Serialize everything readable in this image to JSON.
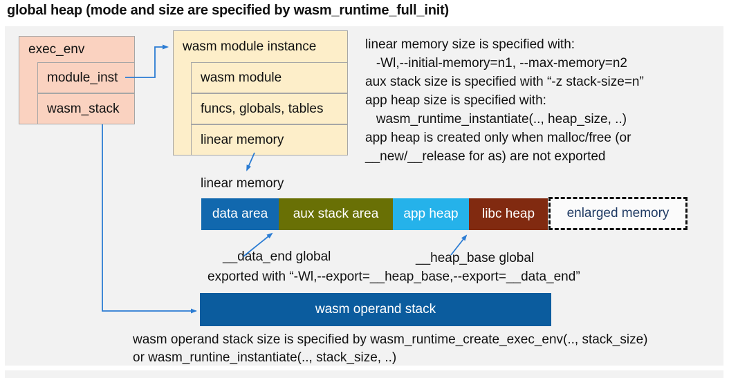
{
  "title": "global heap (mode and size are specified by wasm_runtime_full_init)",
  "exec_env": {
    "header": "exec_env",
    "rows": [
      "module_inst",
      "wasm_stack"
    ]
  },
  "module_instance": {
    "header": "wasm module instance",
    "rows": [
      "wasm module",
      "funcs, globals, tables",
      "linear memory"
    ]
  },
  "notes": {
    "lines": [
      "linear memory size is specified with:",
      "   -Wl,--initial-memory=n1, --max-memory=n2",
      "aux stack size is specified with “-z stack-size=n”",
      "app heap size is specified with:",
      "   wasm_runtime_instantiate(.., heap_size, ..)",
      "app heap is created only when malloc/free (or",
      "__new/__release for as) are not exported"
    ]
  },
  "linear_memory": {
    "label": "linear memory",
    "segments": [
      {
        "label": "data area",
        "color": "#1168ae"
      },
      {
        "label": "aux stack area",
        "color": "#697005"
      },
      {
        "label": "app heap",
        "color": "#25b2ea"
      },
      {
        "label": "libc heap",
        "color": "#812a10"
      },
      {
        "label": "enlarged memory",
        "color": "#fbfbfb",
        "text_color": "#1f3a63",
        "border_style": "dashed"
      }
    ],
    "data_end_label": "__data_end global",
    "heap_base_label": "__heap_base global",
    "exported_note": "exported with “-Wl,--export=__heap_base,--export=__data_end”"
  },
  "operand_stack": {
    "label": "wasm operand stack",
    "color": "#0b5c9e"
  },
  "footer": {
    "lines": [
      "wasm operand stack size is specified by wasm_runtime_create_exec_env(.., stack_size)",
      "or wasm_runtine_instantiate(.., stack_size, ..)"
    ]
  },
  "colors": {
    "canvas": "#f2f2f2",
    "exec_env_fill": "#fad2c0",
    "module_fill": "#fdeec9",
    "box_border": "#a6a6a6",
    "arrow": "#2b7cd3"
  }
}
